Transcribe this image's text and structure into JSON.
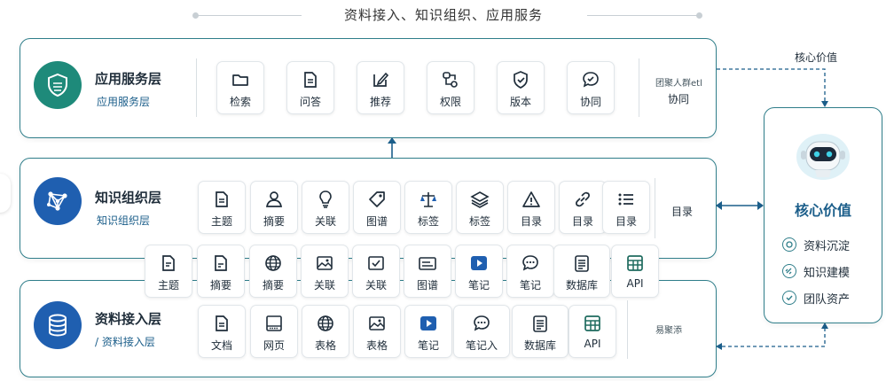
{
  "header": {
    "title": "资料接入、知识组织、应用服务"
  },
  "colors": {
    "accent": "#1f6fb5",
    "border": "#2f7e8a",
    "teal": "#1e8a7a",
    "blue": "#1f5fb0"
  },
  "application_layer": {
    "title": "应用服务层",
    "subtitle": "应用服务层",
    "icon": "shield-icon",
    "items": [
      {
        "label": "检索",
        "icon": "folder-icon"
      },
      {
        "label": "问答",
        "icon": "document-icon"
      },
      {
        "label": "推荐",
        "icon": "edit-icon"
      },
      {
        "label": "权限",
        "icon": "flow-icon"
      },
      {
        "label": "版本",
        "icon": "shield-check-icon"
      },
      {
        "label": "协同",
        "icon": "chat-check-icon"
      }
    ],
    "side_small": "团聚人群etl",
    "side_label": "协同"
  },
  "knowledge_layer": {
    "title": "知识组织层",
    "subtitle": "知识组织层",
    "icon": "network-icon",
    "items": [
      {
        "label": "主题",
        "icon": "document-icon"
      },
      {
        "label": "摘要",
        "icon": "user-icon"
      },
      {
        "label": "关联",
        "icon": "bulb-icon"
      },
      {
        "label": "图谱",
        "icon": "tag-icon"
      },
      {
        "label": "标签",
        "icon": "scale-icon"
      },
      {
        "label": "标签",
        "icon": "layers-icon"
      },
      {
        "label": "目录",
        "icon": "warning-icon"
      },
      {
        "label": "目录",
        "icon": "link-icon"
      },
      {
        "label": "目录",
        "icon": "list-icon"
      }
    ],
    "side_label": "目录"
  },
  "middle_row": {
    "items": [
      {
        "label": "主题",
        "icon": "document-icon"
      },
      {
        "label": "摘要",
        "icon": "document-icon"
      },
      {
        "label": "摘要",
        "icon": "globe-icon"
      },
      {
        "label": "关联",
        "icon": "image-icon"
      },
      {
        "label": "关联",
        "icon": "checkbox-icon"
      },
      {
        "label": "图谱",
        "icon": "card-icon"
      },
      {
        "label": "笔记",
        "icon": "play-icon"
      },
      {
        "label": "笔记",
        "icon": "chat-icon"
      },
      {
        "label": "数据库",
        "icon": "clipboard-icon"
      },
      {
        "label": "API",
        "icon": "grid-icon"
      }
    ]
  },
  "data_layer": {
    "title": "资料接入层",
    "subtitle": "/ 资料接入层",
    "icon": "database-icon",
    "items": [
      {
        "label": "文档",
        "icon": "document-icon"
      },
      {
        "label": "网页",
        "icon": "webpage-icon"
      },
      {
        "label": "表格",
        "icon": "globe-icon"
      },
      {
        "label": "表格",
        "icon": "image-icon"
      },
      {
        "label": "笔记",
        "icon": "play-icon"
      },
      {
        "label": "笔记入",
        "icon": "chat-icon"
      },
      {
        "label": "数据库",
        "icon": "clipboard-icon"
      },
      {
        "label": "API",
        "icon": "grid-icon"
      }
    ],
    "side_small": "易聚添"
  },
  "core_value": {
    "top_label": "核心价值",
    "title": "核心价值",
    "icon": "robot-icon",
    "items": [
      {
        "label": "资料沉淀",
        "icon": "coin-icon"
      },
      {
        "label": "知识建模",
        "icon": "link-icon"
      },
      {
        "label": "团队资产",
        "icon": "check-circle-icon"
      }
    ]
  }
}
